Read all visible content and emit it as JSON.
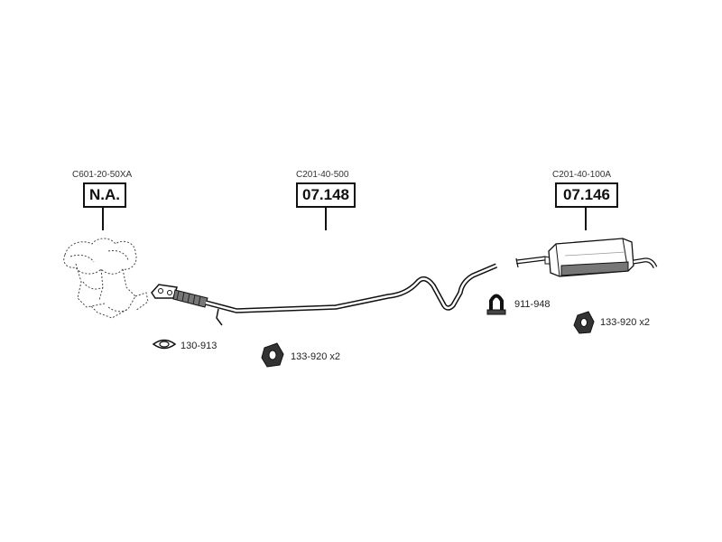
{
  "parts": [
    {
      "code": "C601-20-50XA",
      "ref": "N.A."
    },
    {
      "code": "C201-40-500",
      "ref": "07.148"
    },
    {
      "code": "C201-40-100A",
      "ref": "07.146"
    }
  ],
  "accessories": [
    {
      "label": "130-913"
    },
    {
      "label": "133-920 x2"
    },
    {
      "label": "911-948"
    },
    {
      "label": "133-920 x2"
    }
  ]
}
